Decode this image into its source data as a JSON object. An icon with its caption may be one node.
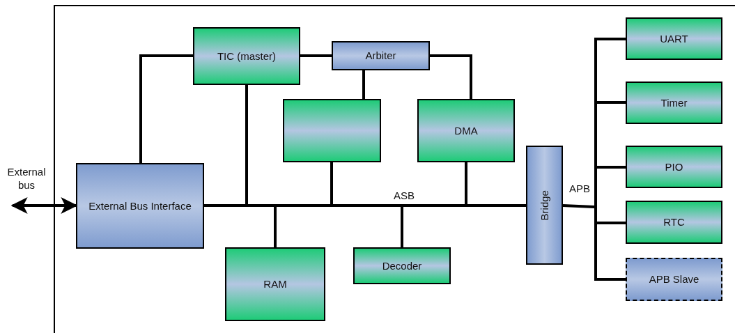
{
  "diagram": {
    "nodes": [
      {
        "text": [
          "External Bus Interface"
        ]
      },
      {
        "text": [
          "TIC (master)"
        ]
      },
      {
        "text": [
          "Arbiter"
        ]
      },
      {
        "text": [],
        "shape": "box"
      },
      {
        "text": [
          "DMA"
        ]
      },
      {
        "text": [],
        "shape": "bar"
      },
      {
        "text": [
          "RAM"
        ]
      },
      {
        "text": [
          "Decoder"
        ]
      },
      {
        "text": [
          "Bridge"
        ]
      },
      {
        "text": [],
        "shape": "bar"
      },
      {
        "text": [
          "UART"
        ]
      },
      {
        "text": [
          "Timer"
        ]
      },
      {
        "text": [
          "PIO"
        ]
      },
      {
        "text": [
          "RTC"
        ]
      },
      {
        "text": [
          "APB Slave"
        ]
      }
    ],
    "edges": [
      {
        "from": null,
        "to": 0,
        "arrow": "both"
      },
      {
        "from": 0,
        "to": 1,
        "arrow": "none"
      },
      {
        "from": 1,
        "to": 2,
        "arrow": "none"
      },
      {
        "from": 2,
        "to": 3,
        "arrow": "none"
      },
      {
        "from": 2,
        "to": 4,
        "arrow": "none"
      },
      {
        "from": 0,
        "to": 5,
        "arrow": "none"
      },
      {
        "from": 1,
        "to": 5,
        "arrow": "none"
      },
      {
        "from": 3,
        "to": 5,
        "arrow": "none"
      },
      {
        "from": 4,
        "to": 5,
        "arrow": "none"
      },
      {
        "from": 5,
        "to": 6,
        "arrow": "none"
      },
      {
        "from": 5,
        "to": 7,
        "arrow": "none"
      },
      {
        "from": 5,
        "to": 8,
        "arrow": "none"
      },
      {
        "from": 8,
        "to": 9,
        "arrow": "none"
      },
      {
        "from": 9,
        "to": 10,
        "arrow": "none"
      },
      {
        "from": 9,
        "to": 11,
        "arrow": "none"
      },
      {
        "from": 9,
        "to": 12,
        "arrow": "none"
      },
      {
        "from": 9,
        "to": 13,
        "arrow": "none"
      },
      {
        "from": 9,
        "to": 14,
        "arrow": "none"
      }
    ],
    "labels": [
      "External bus",
      "ASB",
      "APB"
    ]
  }
}
